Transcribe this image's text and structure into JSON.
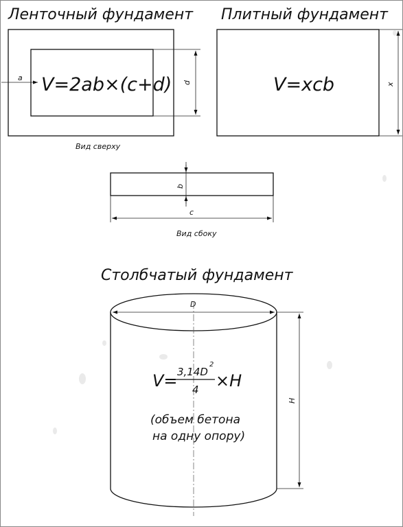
{
  "strip": {
    "title": "Ленточный фундамент",
    "formula": "V=2ab×(c+d)",
    "label_a": "a",
    "label_d": "d",
    "caption": "Вид сверху"
  },
  "slab": {
    "title": "Плитный фундамент",
    "formula": "V=xcb",
    "label_x": "x"
  },
  "side_view": {
    "label_b": "b",
    "label_c": "c",
    "caption": "Вид сбоку"
  },
  "column": {
    "title": "Столбчатый фундамент",
    "label_D": "D",
    "label_H": "H",
    "formula_prefix": "V=",
    "formula_numerator": "3,14D",
    "formula_exponent": "2",
    "formula_denominator": "4",
    "formula_suffix": "×H",
    "note_line1": "(объем бетона",
    "note_line2": "на одну опору)"
  }
}
